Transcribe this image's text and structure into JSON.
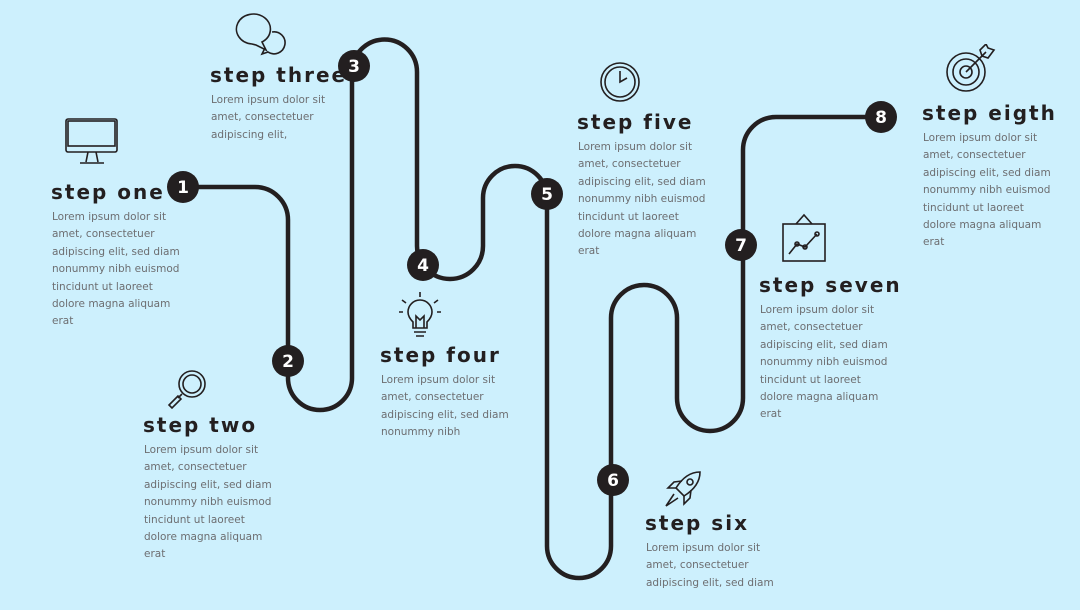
{
  "colors": {
    "background": "#cdf0fd",
    "line": "#231f20",
    "text": "#6d6e71"
  },
  "steps": [
    {
      "num": "1",
      "title": "step one",
      "icon": "monitor-icon",
      "body": [
        "Lorem ipsum dolor sit",
        "amet, consectetuer",
        "adipiscing elit, sed diam",
        "nonummy nibh euismod",
        "tincidunt ut laoreet",
        "dolore magna aliquam",
        "erat"
      ]
    },
    {
      "num": "2",
      "title": "step two",
      "icon": "magnifier-icon",
      "body": [
        "Lorem ipsum dolor sit",
        "amet, consectetuer",
        "adipiscing elit, sed diam",
        "nonummy nibh euismod",
        "tincidunt ut laoreet",
        "dolore magna aliquam",
        "erat"
      ]
    },
    {
      "num": "3",
      "title": "step three",
      "icon": "speech-bubbles-icon",
      "body": [
        "Lorem ipsum dolor sit",
        "amet, consectetuer",
        "adipiscing elit,"
      ]
    },
    {
      "num": "4",
      "title": "step four",
      "icon": "lightbulb-icon",
      "body": [
        "Lorem ipsum dolor sit",
        "amet, consectetuer",
        "adipiscing elit, sed diam",
        "nonummy nibh"
      ]
    },
    {
      "num": "5",
      "title": "step five",
      "icon": "clock-icon",
      "body": [
        "Lorem ipsum dolor sit",
        "amet, consectetuer",
        "adipiscing elit, sed diam",
        "nonummy nibh euismod",
        "tincidunt ut laoreet",
        "dolore magna aliquam",
        "erat"
      ]
    },
    {
      "num": "6",
      "title": "step six",
      "icon": "rocket-icon",
      "body": [
        "Lorem ipsum dolor sit",
        "amet, consectetuer",
        "adipiscing elit, sed diam"
      ]
    },
    {
      "num": "7",
      "title": "step seven",
      "icon": "chart-board-icon",
      "body": [
        "Lorem ipsum dolor sit",
        "amet, consectetuer",
        "adipiscing elit, sed diam",
        "nonummy nibh euismod",
        "tincidunt ut laoreet",
        "dolore magna aliquam",
        "erat"
      ]
    },
    {
      "num": "8",
      "title": "step eigth",
      "icon": "target-icon",
      "body": [
        "Lorem ipsum dolor sit",
        "amet, consectetuer",
        "adipiscing elit, sed diam",
        "nonummy nibh euismod",
        "tincidunt ut laoreet",
        "dolore magna aliquam",
        "erat"
      ]
    }
  ]
}
